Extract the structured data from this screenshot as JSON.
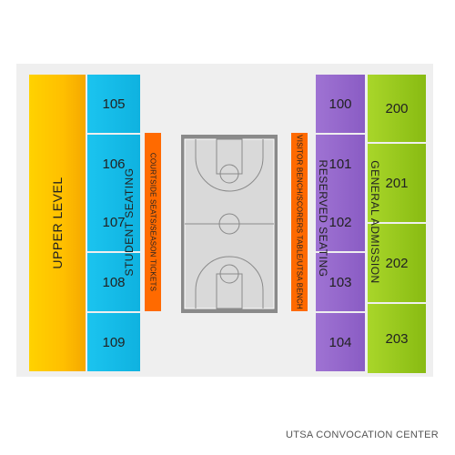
{
  "venue": {
    "name": "UTSA CONVOCATION CENTER"
  },
  "sections": {
    "upper_level": "UPPER LEVEL",
    "student_seating": {
      "label": "STUDENT SEATING",
      "sections": [
        "105",
        "106",
        "107",
        "108",
        "109"
      ]
    },
    "courtside": "COURTSIDE SEATS/SEASON TICKETS",
    "visitor_bench": "VISITOR BENCH/SCORERS TABLE/UTSA BENCH",
    "reserved_seating": {
      "label": "RESERVED SEATING",
      "sections": [
        "100",
        "101",
        "102",
        "103",
        "104"
      ]
    },
    "general_admission": {
      "label": "GENERAL ADMISSION",
      "sections": [
        "200",
        "201",
        "202",
        "203"
      ]
    }
  },
  "colors": {
    "upper_level": "#ffc400",
    "student_seating": "#12b9e6",
    "reserved_seating": "#9468cb",
    "general_admission": "#98c81e",
    "courtside_strip": "#ff6a00",
    "court": "#8a8a8a"
  }
}
